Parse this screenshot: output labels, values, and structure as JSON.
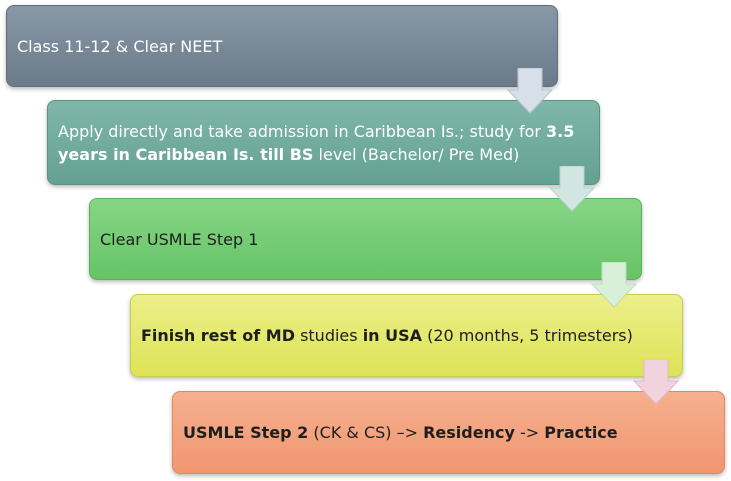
{
  "steps": [
    {
      "plain": "Class 11-12 & Clear NEET"
    },
    {
      "part1": "Apply directly and take admission in Caribbean Is.; study for ",
      "bold1": "3.5 years in Caribbean Is. till BS",
      "part2": " level (Bachelor/ Pre Med)"
    },
    {
      "plain": "Clear USMLE Step 1"
    },
    {
      "bold1": "Finish rest of MD",
      "part1": " studies ",
      "bold2": "in USA",
      "part2": " (20 months, 5 trimesters)"
    },
    {
      "bold1": "USMLE Step 2",
      "part1": " (CK & CS) –> ",
      "bold2": "Residency",
      "part2": " -> ",
      "bold3": "Practice"
    }
  ],
  "colors": {
    "step1": "#7b8a99",
    "step2": "#6faa9c",
    "step3": "#74cc74",
    "step4": "#e4e870",
    "step5": "#f3a07d",
    "arrow1": "#d7e0e8",
    "arrow2": "#d1e6e0",
    "arrow3": "#d8efd8",
    "arrow4": "#f1d3de"
  },
  "icons": {
    "connector": "down-arrow-icon"
  }
}
